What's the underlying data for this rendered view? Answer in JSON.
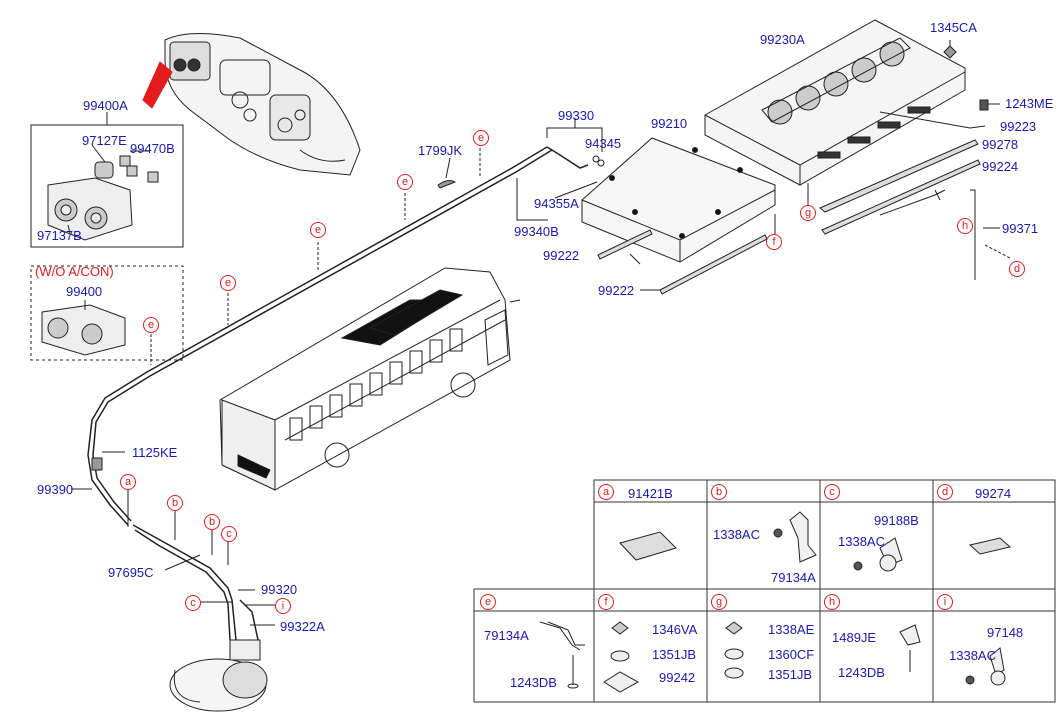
{
  "labels": {
    "p99400A": "99400A",
    "p97127E": "97127E",
    "p99470B": "99470B",
    "p97137B": "97137B",
    "wo_acon": "(W/O A/CON)",
    "p99400": "99400",
    "p1799JK": "1799JK",
    "p99330": "99330",
    "p94345": "94345",
    "p94355A": "94355A",
    "p99340B": "99340B",
    "p99210": "99210",
    "p99222a": "99222",
    "p99222b": "99222",
    "p99230A": "99230A",
    "p1345CA": "1345CA",
    "p1243ME": "1243ME",
    "p99223": "99223",
    "p99278": "99278",
    "p99224": "99224",
    "p99371": "99371",
    "p1125KE": "1125KE",
    "p99390": "99390",
    "p97695C": "97695C",
    "p99320": "99320",
    "p99322A": "99322A"
  },
  "callouts": {
    "e1": "e",
    "e2": "e",
    "e3": "e",
    "e4": "e",
    "e5": "e",
    "a": "a",
    "b1": "b",
    "b2": "b",
    "c1": "c",
    "c2": "c",
    "i": "i",
    "g": "g",
    "f": "f",
    "h": "h",
    "d": "d"
  },
  "table": {
    "a": {
      "key": "a",
      "part": "91421B"
    },
    "b": {
      "key": "b",
      "p1": "1338AC",
      "p2": "79134A"
    },
    "c": {
      "key": "c",
      "p1": "99188B",
      "p2": "1338AC"
    },
    "d": {
      "key": "d",
      "part": "99274"
    },
    "e": {
      "key": "e",
      "p1": "79134A",
      "p2": "1243DB"
    },
    "f": {
      "key": "f",
      "p1": "1346VA",
      "p2": "1351JB",
      "p3": "99242"
    },
    "g": {
      "key": "g",
      "p1": "1338AE",
      "p2": "1360CF",
      "p3": "1351JB"
    },
    "h": {
      "key": "h",
      "p1": "1489JE",
      "p2": "1243DB"
    },
    "i": {
      "key": "i",
      "p1": "97148",
      "p2": "1338AC"
    }
  }
}
